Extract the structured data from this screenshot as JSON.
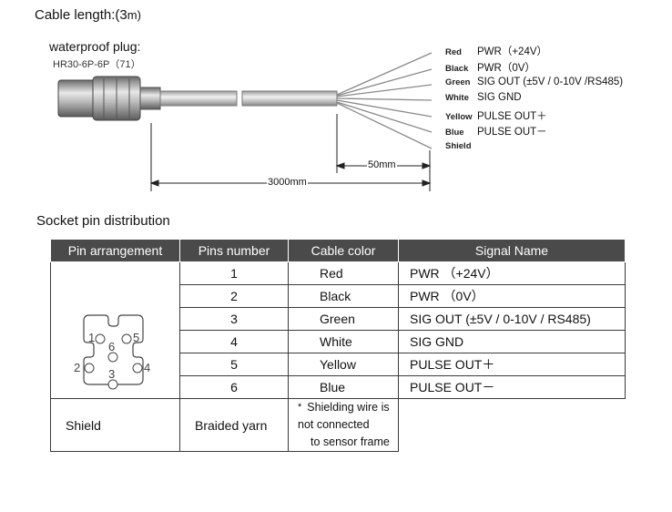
{
  "header": {
    "title_prefix": "Cable length:",
    "title_value": "(3",
    "title_unit": "m)"
  },
  "plug": {
    "label": "waterproof plug:",
    "model": "HR30-6P-6P（71）"
  },
  "wires": [
    {
      "color": "Red",
      "signal": "PWR（+24V）"
    },
    {
      "color": "Black",
      "signal": "PWR（0V）"
    },
    {
      "color": "Green",
      "signal": "SIG OUT (±5V / 0-10V /RS485)"
    },
    {
      "color": "White",
      "signal": "SIG GND"
    },
    {
      "color": "Yellow",
      "signal": "PULSE OUT＋"
    },
    {
      "color": "Blue",
      "signal": "PULSE OUT－"
    },
    {
      "color": "Shield",
      "signal": ""
    }
  ],
  "dimensions": {
    "strip": "50mm",
    "total": "3000mm"
  },
  "socket": {
    "title": "Socket pin distribution",
    "headers": [
      "Pin arrangement",
      "Pins number",
      "Cable color",
      "Signal Name"
    ],
    "rows": [
      {
        "pin": "1",
        "color": "Red",
        "signal": "PWR （+24V）"
      },
      {
        "pin": "2",
        "color": "Black",
        "signal": "PWR （0V）"
      },
      {
        "pin": "3",
        "color": "Green",
        "signal": "SIG OUT (±5V / 0-10V / RS485)"
      },
      {
        "pin": "4",
        "color": "White",
        "signal": "SIG GND"
      },
      {
        "pin": "5",
        "color": "Yellow",
        "signal": "PULSE OUT＋"
      },
      {
        "pin": "6",
        "color": "Blue",
        "signal": "PULSE OUT－"
      }
    ],
    "shield_row": {
      "pin": "Shield",
      "color": "Braided yarn",
      "note_marker": "*",
      "note_line1": "Shielding wire is not connected",
      "note_line2": "to sensor frame"
    },
    "pin_labels": [
      "1",
      "2",
      "3",
      "4",
      "5",
      "6"
    ]
  }
}
